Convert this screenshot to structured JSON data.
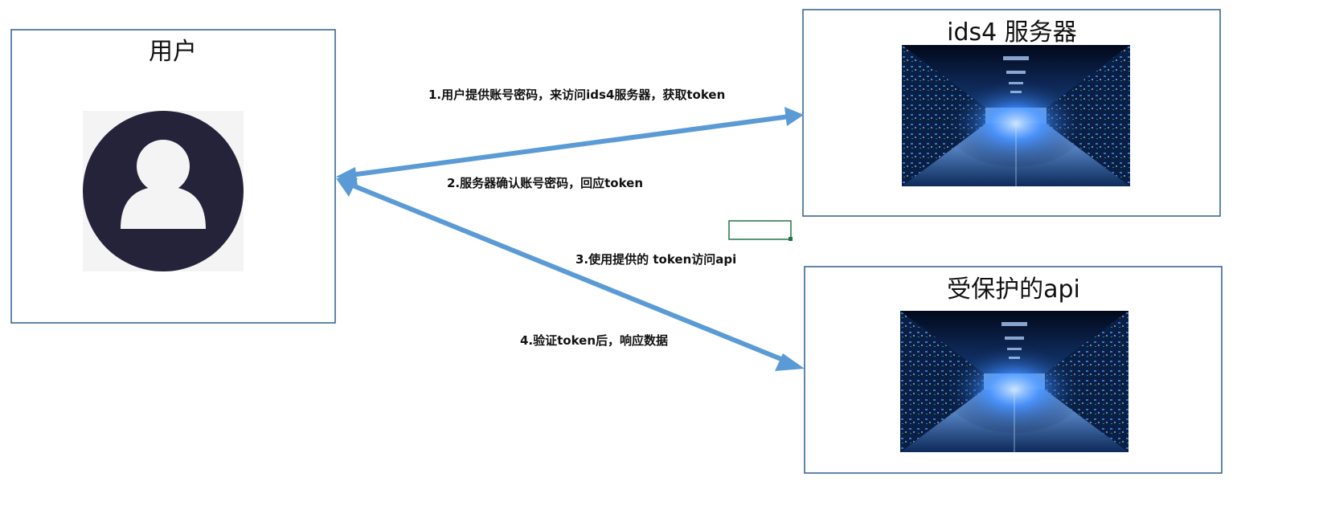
{
  "nodes": {
    "user": {
      "title": "用户",
      "icon": "user-avatar-icon"
    },
    "ids4_server": {
      "title": "ids4 服务器",
      "image": "server-room-image"
    },
    "protected_api": {
      "title": "受保护的api",
      "image": "server-room-image"
    }
  },
  "edges": [
    {
      "label": "1.用户提供账号密码，来访问ids4服务器，获取token"
    },
    {
      "label": "2.服务器确认账号密码，回应token"
    },
    {
      "label": "3.使用提供的 token访问api"
    },
    {
      "label": "4.验证token后，响应数据"
    }
  ],
  "colors": {
    "box_border": "#2e5d8e",
    "arrow": "#5b9bd5",
    "avatar_dark": "#25233a",
    "avatar_light": "#f4f4f4",
    "cell_marker": "#217346"
  }
}
